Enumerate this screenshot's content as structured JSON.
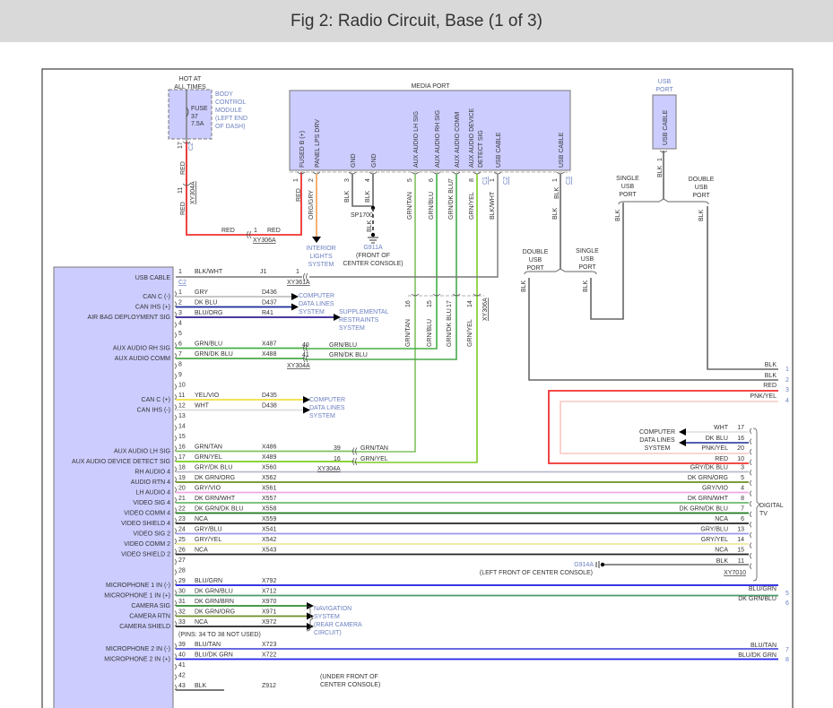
{
  "title": "Fig 2: Radio Circuit, Base (1 of 3)",
  "wire_colors": {
    "RED": "#f03030",
    "ORG/GRY": "#f5b070",
    "BLK": "#666666",
    "BLK/WHT": "#777777",
    "GRN/TAN": "#80c060",
    "GRN/BLU": "#44b044",
    "GRN/DK BLU": "#4aa84a",
    "GRN/YEL": "#7ccc20",
    "GRY": "#c0c0c0",
    "DK BLU": "#1a2a9a",
    "BLU/ORG": "#4a3aa0",
    "YEL/VIO": "#f2e040",
    "WHT": "#dddddd",
    "GRY/DK BLU": "#b8bccc",
    "DK GRN/ORG": "#6b8e23",
    "GRY/VIO": "#f0a8e8",
    "DK GRN/WHT": "#6dbb6d",
    "DK GRN/DK BLU": "#1b7a1b",
    "NCA": "#222222",
    "GRY/BLU": "#9999ee",
    "GRY/YEL": "#eee8a0",
    "BLU/GRN": "#1a1adf",
    "DK GRN/BLU": "#4a9a6a",
    "DK GRN/BRN": "#2e8b2e",
    "BLU/TAN": "#5555dd",
    "BLU/DK GRN": "#2222ee",
    "PNK/YEL": "#f8c8c0"
  },
  "module_fill": "#ccccff",
  "bcm": {
    "hot": [
      "HOT AT",
      "ALL TIMES"
    ],
    "name": [
      "BODY",
      "CONTROL",
      "MODULE",
      "(LEFT END",
      "OF DASH)"
    ],
    "fuse": "FUSE",
    "fuse_num": "37",
    "fuse_amp": "7.5A",
    "pin": "17",
    "conn": "C2"
  },
  "red_feed": {
    "wire": "RED",
    "xy304a_pin": "11",
    "xy304a": "XY304A",
    "xy306a_pin": "1",
    "xy306a": "XY306A"
  },
  "media_port": {
    "title": "MEDIA PORT",
    "pins": [
      {
        "num": "1",
        "label": "FUSED B (+)",
        "wire": "RED"
      },
      {
        "num": "2",
        "label": "PANEL LPS DRV",
        "wire": "ORG/GRY"
      },
      {
        "num": "3",
        "label": "GND",
        "wire": "BLK"
      },
      {
        "num": "4",
        "label": "GND",
        "wire": "BLK"
      },
      {
        "num": "5",
        "label": "AUX AUDIO LH SIG",
        "wire": "GRN/TAN"
      },
      {
        "num": "6",
        "label": "AUX AUDIO RH SIG",
        "wire": "GRN/BLU"
      },
      {
        "num": "7",
        "label": "AUX AUDIO COMM",
        "wire": "GRN/DK BLU"
      },
      {
        "num": "8",
        "label": "AUX AUDIO DEVICE",
        "label2": "DETECT SIG",
        "wire": "GRN/YEL"
      },
      {
        "num": "1",
        "label": "USB CABLE",
        "wire": "BLK/WHT"
      },
      {
        "num": "1",
        "label": "USB CABLE",
        "wire": "BLK"
      }
    ],
    "c1": "C1",
    "c2": "C2",
    "c3": "C3"
  },
  "interior_lights": [
    "INTERIOR",
    "LIGHTS",
    "SYSTEM"
  ],
  "ground_top": {
    "splice": "SP1700",
    "wire": "BLK",
    "ground": "G911A",
    "loc": [
      "(FRONT OF",
      "CENTER CONSOLE)"
    ]
  },
  "xy306a_vertical": {
    "name": "XY306A",
    "pins": [
      {
        "num": "16",
        "wire": "GRN/TAN"
      },
      {
        "num": "15",
        "wire": "GRN/BLU"
      },
      {
        "num": "17",
        "wire": "GRN/DK BLU"
      },
      {
        "num": "14",
        "wire": "GRN/YEL"
      }
    ]
  },
  "usb_port": {
    "title": [
      "USB",
      "PORT"
    ],
    "label": "USB CABLE",
    "pin": "1",
    "wire": "BLK"
  },
  "port_labels": {
    "single": [
      "SINGLE",
      "USB",
      "PORT"
    ],
    "double": [
      "DOUBLE",
      "USB",
      "PORT"
    ]
  },
  "usb_row": {
    "label": "USB CABLE",
    "pin": "1",
    "wire": "BLK/WHT",
    "circuit": "J1",
    "conn": "C2",
    "xy_pin": "1",
    "xy": "XY361A"
  },
  "radio_rows": [
    {
      "pin": "1",
      "label": "CAN C (-)",
      "wire": "GRY",
      "circuit": "D436"
    },
    {
      "pin": "2",
      "label": "CAN IHS (+)",
      "wire": "DK BLU",
      "circuit": "D437"
    },
    {
      "pin": "3",
      "label": "AIR BAG DEPLOYMENT SIG",
      "wire": "BLU/ORG",
      "circuit": "R41"
    },
    {
      "pin": "4"
    },
    {
      "pin": "5"
    },
    {
      "pin": "6",
      "label": "AUX AUDIO RH SIG",
      "wire": "GRN/BLU",
      "circuit": "X487"
    },
    {
      "pin": "7",
      "label": "AUX AUDIO COMM",
      "wire": "GRN/DK BLU",
      "circuit": "X488"
    },
    {
      "pin": "8"
    },
    {
      "pin": "9"
    },
    {
      "pin": "10"
    },
    {
      "pin": "11",
      "label": "CAN C (+)",
      "wire": "YEL/VIO",
      "circuit": "D435"
    },
    {
      "pin": "12",
      "label": "CAN IHS (-)",
      "wire": "WHT",
      "circuit": "D438"
    },
    {
      "pin": "13"
    },
    {
      "pin": "14"
    },
    {
      "pin": "15"
    },
    {
      "pin": "16",
      "label": "AUX AUDIO LH SIG",
      "wire": "GRN/TAN",
      "circuit": "X486"
    },
    {
      "pin": "17",
      "label": "AUX AUDIO DEVICE DETECT SIG",
      "wire": "GRN/YEL",
      "circuit": "X489"
    },
    {
      "pin": "18",
      "label": "RH AUDIO 4",
      "wire": "GRY/DK BLU",
      "circuit": "X560"
    },
    {
      "pin": "19",
      "label": "AUDIO RTN 4",
      "wire": "DK GRN/ORG",
      "circuit": "X562"
    },
    {
      "pin": "20",
      "label": "LH AUDIO 4",
      "wire": "GRY/VIO",
      "circuit": "X561"
    },
    {
      "pin": "21",
      "label": "VIDEO SIG 4",
      "wire": "DK GRN/WHT",
      "circuit": "X557"
    },
    {
      "pin": "22",
      "label": "VIDEO COMM 4",
      "wire": "DK GRN/DK BLU",
      "circuit": "X558"
    },
    {
      "pin": "23",
      "label": "VIDEO SHIELD 4",
      "wire": "NCA",
      "circuit": "X559"
    },
    {
      "pin": "24",
      "label": "VIDEO SIG 2",
      "wire": "GRY/BLU",
      "circuit": "X541"
    },
    {
      "pin": "25",
      "label": "VIDEO COMM 2",
      "wire": "GRY/YEL",
      "circuit": "X542"
    },
    {
      "pin": "26",
      "label": "VIDEO SHIELD 2",
      "wire": "NCA",
      "circuit": "X543"
    },
    {
      "pin": "27"
    },
    {
      "pin": "28"
    },
    {
      "pin": "29",
      "label": "MICROPHONE 1 IN (-)",
      "wire": "BLU/GRN",
      "circuit": "X792"
    },
    {
      "pin": "30",
      "label": "MICROPHONE 1 IN (+)",
      "wire": "DK GRN/BLU",
      "circuit": "X712"
    },
    {
      "pin": "31",
      "label": "CAMERA SIG",
      "wire": "DK GRN/BRN",
      "circuit": "X970"
    },
    {
      "pin": "32",
      "label": "CAMERA RTN",
      "wire": "DK GRN/ORG",
      "circuit": "X971"
    },
    {
      "pin": "33",
      "label": "CAMERA SHIELD",
      "wire": "NCA",
      "circuit": "X972"
    },
    {
      "pin": "39",
      "label": "MICROPHONE 2 IN (-)",
      "wire": "BLU/TAN",
      "circuit": "X723"
    },
    {
      "pin": "40",
      "label": "MICROPHONE 2 IN (+)",
      "wire": "BLU/DK GRN",
      "circuit": "X722"
    },
    {
      "pin": "41"
    },
    {
      "pin": "42"
    },
    {
      "pin": "43",
      "wire": "BLK",
      "circuit": "Z912"
    }
  ],
  "pins_note": "(PINS: 34 TO 38 NOT USED)",
  "bottom_loc": [
    "(UNDER FRONT OF",
    "CENTER CONSOLE)"
  ],
  "computer_data_lines": [
    "COMPUTER",
    "DATA LINES",
    "SYSTEM"
  ],
  "srs": [
    "SUPPLEMENTAL",
    "RESTRAINTS",
    "SYSTEM"
  ],
  "navigation": [
    "NAVIGATION",
    "SYSTEM",
    "(REAR CAMERA",
    "CIRCUIT)"
  ],
  "xy304a_aux1": {
    "pins": [
      "40",
      "41"
    ],
    "wires": [
      "GRN/BLU",
      "GRN/DK BLU"
    ],
    "name": "XY304A"
  },
  "xy304a_aux2": {
    "pins": [
      "39",
      "16"
    ],
    "wires": [
      "GRN/TAN",
      "GRN/YEL"
    ],
    "name": "XY304A"
  },
  "digital_tv": {
    "name": [
      "DIGITAL",
      "TV"
    ],
    "conn": "XY7010",
    "data_pins": [
      {
        "num": "17",
        "wire": "WHT"
      },
      {
        "num": "16",
        "wire": "DK BLU"
      },
      {
        "num": "20",
        "wire": "PNK/YEL"
      },
      {
        "num": "10",
        "wire": "RED"
      }
    ],
    "pins": [
      {
        "num": "3",
        "wire": "GRY/DK BLU"
      },
      {
        "num": "5",
        "wire": "DK GRN/ORG"
      },
      {
        "num": "4",
        "wire": "GRY/VIO"
      },
      {
        "num": "8",
        "wire": "DK GRN/WHT"
      },
      {
        "num": "7",
        "wire": "DK GRN/DK BLU"
      },
      {
        "num": "6",
        "wire": "NCA"
      },
      {
        "num": "13",
        "wire": "GRY/BLU"
      },
      {
        "num": "14",
        "wire": "GRY/YEL"
      },
      {
        "num": "15",
        "wire": "NCA"
      }
    ],
    "ground_pin": {
      "num": "11",
      "wire": "BLK",
      "ground": "G914A",
      "loc": "(LEFT FRONT OF CENTER CONSOLE)"
    }
  },
  "offpage": [
    {
      "num": "1",
      "wire": "BLK"
    },
    {
      "num": "2",
      "wire": "BLK"
    },
    {
      "num": "3",
      "wire": "RED"
    },
    {
      "num": "4",
      "wire": "PNK/YEL"
    },
    {
      "num": "5",
      "wire": "BLU/GRN"
    },
    {
      "num": "6",
      "wire": "DK GRN/BLU"
    },
    {
      "num": "7",
      "wire": "BLU/TAN"
    },
    {
      "num": "8",
      "wire": "BLU/DK GRN"
    }
  ]
}
